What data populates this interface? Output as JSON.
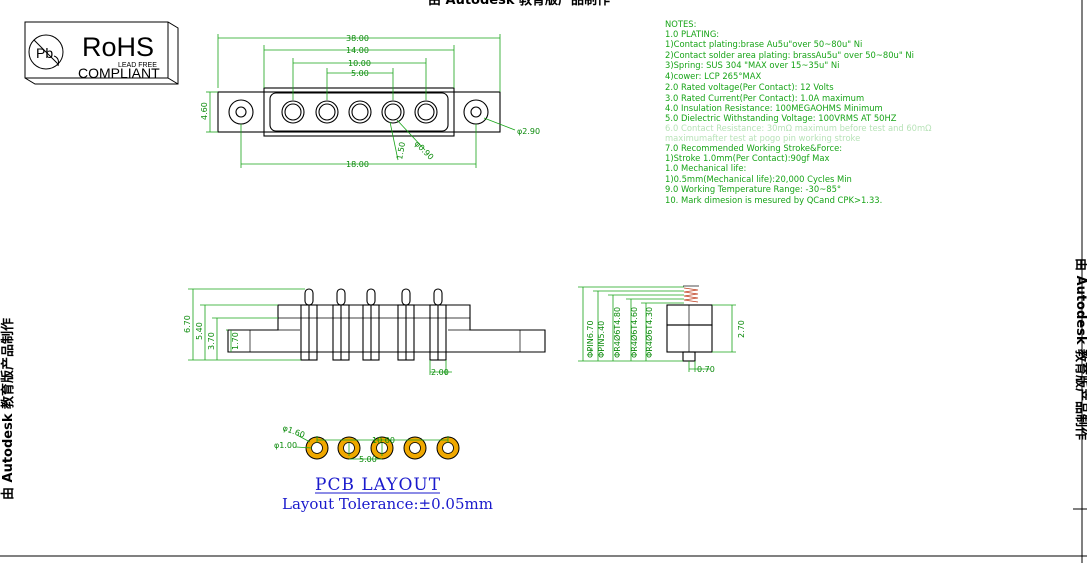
{
  "watermark": {
    "top": "由 Autodesk 教育版产品制作",
    "left": "由 Autodesk 教育版产品制作",
    "right": "由 Autodesk 教育版产品制作"
  },
  "logo": {
    "main": "RoHS",
    "lead_free": "LEAD FREE",
    "compliant": "COMPLIANT",
    "pb_symbol": "Pb"
  },
  "front_view": {
    "dims": {
      "overall": "38.00",
      "span_outer": "14.00",
      "span_mid": "10.00",
      "pitch": "5.00",
      "height": "4.60",
      "hole_dia": "φ2.90",
      "mount_spacing": "18.00",
      "pin_a": "1.50",
      "pin_b": "φ0.90"
    }
  },
  "side_view": {
    "dims": {
      "total": "6.70",
      "mid": "5.40",
      "upper": "3.70",
      "base": "1.70",
      "tail": "2.00"
    }
  },
  "end_view": {
    "dims": {
      "a": "Φ₽IN6.70",
      "b": "ΦPIN5.40",
      "c": "ΦR4Ø6T4.80",
      "d": "ΦR4Ø6T4.60",
      "e": "ΦR4Ø6T4.30",
      "height": "2.70",
      "bottom": "0.70"
    }
  },
  "pcb_layout": {
    "title": "PCB  LAYOUT",
    "tolerance": "Layout Tolerance:±0.05mm",
    "dims": {
      "span": "10.00",
      "pitch": "5.00",
      "outer": "φ1.60",
      "inner": "φ1.00"
    }
  },
  "notes": {
    "header": "NOTES:",
    "lines": [
      "1.0  PLATING:",
      "        1)Contact  plating:brase  Au5u\"over  50~80u\"  Ni",
      "        2)Contact  solder  area  plating:  brassAu5u\"  over  50~80u\"  Ni",
      "        3)Spring:  SUS  304  \"MAX  over  15~35u\"  Ni",
      "        4)cower:  LCP  265°MAX",
      "2.0  Rated  voltage(Per  Contact):  12  Volts",
      "3.0  Rated  Current(Per  Contact):  1.0A  maximum",
      "4.0  Insulation  Resistance:  100MEGAOHMS  Minimum",
      "5.0  Dielectric  Withstanding  Voltage:  100VRMS  AT  50HZ",
      "6.0  Contact  Resistance:  30mΩ  maximum  before  test  and  60mΩ",
      "        maximumafter  test  at  pogo  pin  working  stroke",
      "7.0  Recommended  Working  Stroke&Force:",
      "        1)Stroke  1.0mm(Per  Contact):90gf  Max",
      "  1.0  Mechanical  life:",
      "        1)0.5mm(Mechanical  life):20,000  Cycles  Min",
      "9.0  Working  Temperature  Range:  -30~85°",
      "10.  Mark  dimesion  is  mesured  by  QCand  CPK>1.33."
    ]
  }
}
